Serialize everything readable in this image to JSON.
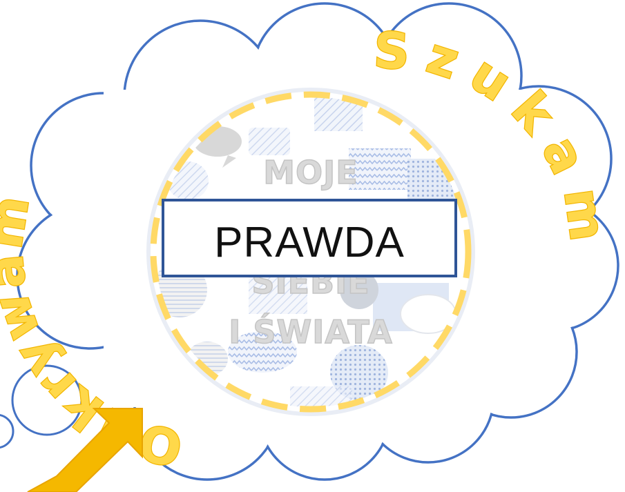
{
  "arc_left": "Odkrywam",
  "arc_right": "Szukam",
  "center": {
    "line1": "MOJE",
    "line2": "SIEBIE",
    "line3": "I ŚWIATA"
  },
  "label_box": "PRAWDA",
  "colors": {
    "cloud_outline": "#4472c4",
    "arc_text_fill": "#ffd84a",
    "arc_text_stroke": "#f2b500",
    "dashed_ring": "#ffd966",
    "arrow": "#f5b800",
    "box_border": "#2f5597"
  },
  "icons": [
    "thought-cloud-icon",
    "arrow-icon"
  ]
}
